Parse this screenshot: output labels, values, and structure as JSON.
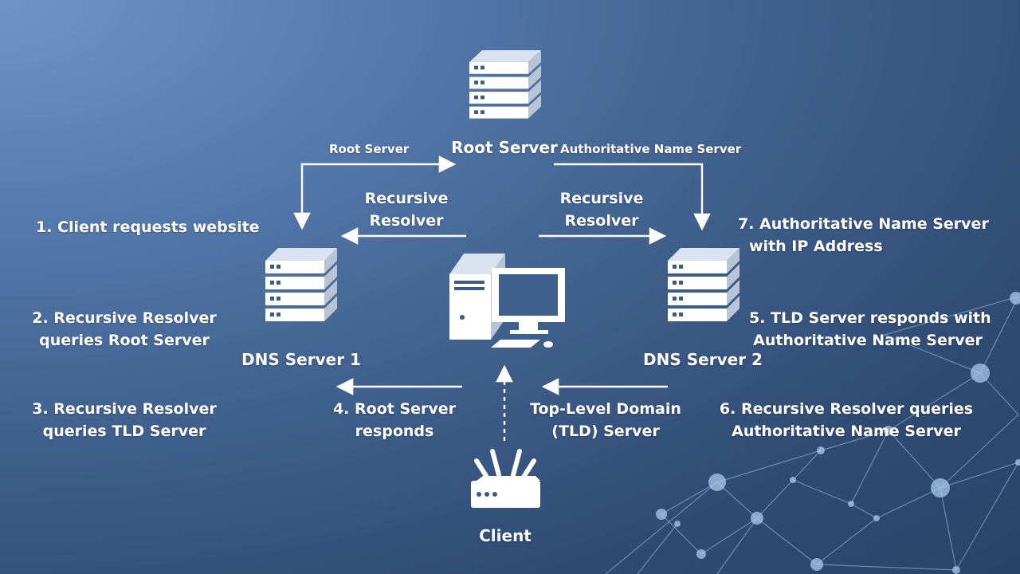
{
  "nodes": {
    "root_server": "Root Server",
    "dns_server_1": "DNS Server 1",
    "dns_server_2": "DNS Server 2",
    "client": "Client"
  },
  "edges": {
    "top_left_arrow": "Root Server",
    "top_right_arrow": "Authoritative Name Server",
    "mid_left_arrow": [
      "Recursive",
      "Resolver"
    ],
    "mid_right_arrow": [
      "Recursive",
      "Resolver"
    ],
    "bottom_left_arrow": [
      "4. Root Server",
      "responds"
    ],
    "bottom_right_arrow": [
      "Top-Level Domain",
      "(TLD) Server"
    ]
  },
  "steps": {
    "step1": [
      "1. Client requests website"
    ],
    "step2": [
      "2. Recursive Resolver",
      "queries Root Server"
    ],
    "step3": [
      "3. Recursive Resolver",
      "queries TLD Server"
    ],
    "step5": [
      "5. TLD Server responds with",
      "Authoritative Name Server"
    ],
    "step6": [
      "6. Recursive Resolver queries",
      "Authoritative Name Server"
    ],
    "step7": [
      "7. Authoritative Name Server",
      "with IP Address"
    ]
  },
  "colors": {
    "background_light": "#6f95c6",
    "background_dark": "#2a4468",
    "foreground": "#ffffff",
    "network_lines": "#9fc1e6"
  },
  "icons": {
    "root_server": "server-stack-icon",
    "dns_server_1": "server-stack-icon",
    "dns_server_2": "server-stack-icon",
    "computer": "desktop-computer-icon",
    "client": "router-icon"
  }
}
